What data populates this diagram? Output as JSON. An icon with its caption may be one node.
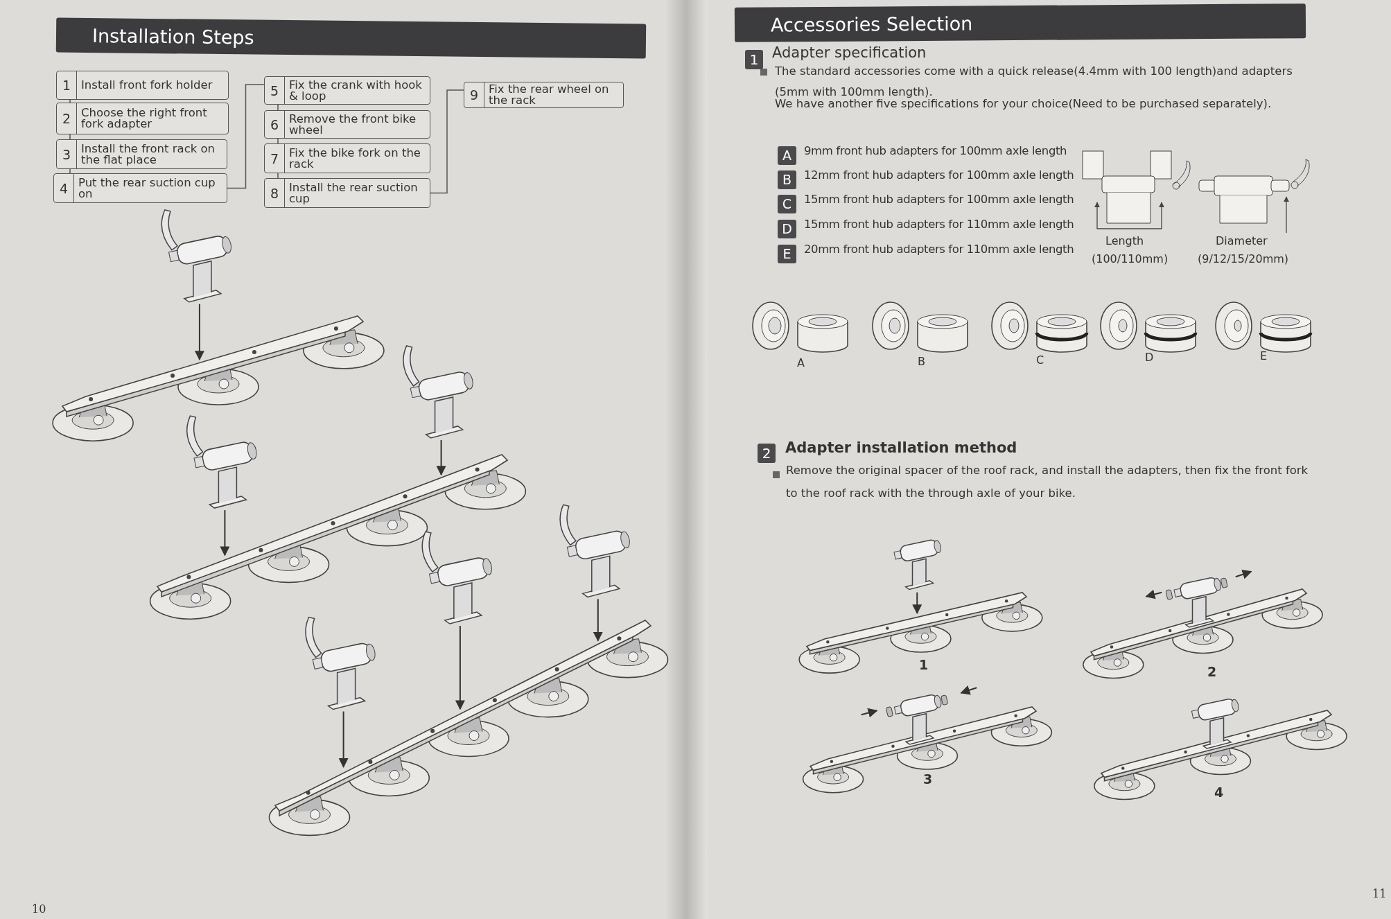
{
  "diagram": {
    "nodes": [
      {
        "text": [
          "Installation Steps"
        ]
      },
      {
        "text": [
          "Accessories Selection"
        ]
      },
      {
        "text": [
          "1",
          "Install front fork holder"
        ]
      },
      {
        "text": [
          "2",
          "Choose the right front fork adapter"
        ]
      },
      {
        "text": [
          "3",
          "Install the front rack on the flat place"
        ]
      },
      {
        "text": [
          "4",
          "Put the rear suction cup on"
        ]
      },
      {
        "text": [
          "5",
          "Fix the crank with hook & loop"
        ]
      },
      {
        "text": [
          "6",
          "Remove the front bike wheel"
        ]
      },
      {
        "text": [
          "7",
          "Fix the bike fork on the rack"
        ]
      },
      {
        "text": [
          "8",
          "Install the rear suction cup"
        ]
      },
      {
        "text": [
          "9",
          "Fix the rear wheel on the rack"
        ]
      }
    ],
    "edges": [
      {
        "from": 2,
        "to": 3,
        "arrow": "none"
      },
      {
        "from": 3,
        "to": 4,
        "arrow": "none"
      },
      {
        "from": 4,
        "to": 5,
        "arrow": "none"
      },
      {
        "from": 5,
        "to": 6,
        "arrow": "none"
      },
      {
        "from": 6,
        "to": 7,
        "arrow": "none"
      },
      {
        "from": 7,
        "to": 8,
        "arrow": "none"
      },
      {
        "from": 8,
        "to": 9,
        "arrow": "none"
      },
      {
        "from": 9,
        "to": 10,
        "arrow": "none"
      }
    ],
    "labels": [
      "1",
      "Adapter specification",
      "The standard accessories come with a quick release(4.4mm with 100 length)and adapters (5mm with 100mm length).",
      "We have another five specifications for your choice(Need to be purchased separately).",
      "A",
      "9mm front hub adapters for 100mm axle length",
      "B",
      "12mm front hub adapters for 100mm axle length",
      "C",
      "15mm front hub adapters for 100mm axle length",
      "D",
      "15mm front hub adapters for 110mm axle length",
      "E",
      "20mm front hub adapters for 110mm axle length",
      "Length",
      "(100/110mm)",
      "Diameter",
      "(9/12/15/20mm)",
      "A",
      "B",
      "C",
      "D",
      "E",
      "2",
      "Adapter installation method",
      "Remove the original spacer of the roof rack, and install the adapters, then fix the front fork to the roof rack with the through axle of your bike.",
      "1",
      "2",
      "3",
      "4",
      "10",
      "11"
    ]
  }
}
